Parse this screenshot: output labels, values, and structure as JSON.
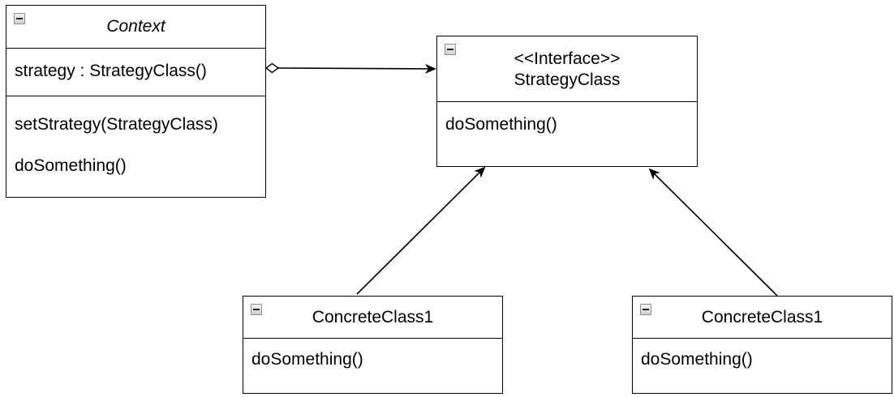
{
  "diagram": {
    "context": {
      "name": "Context",
      "attributes": [
        "strategy : StrategyClass()"
      ],
      "operations": [
        "setStrategy(StrategyClass)",
        "doSomething()"
      ]
    },
    "strategy_interface": {
      "stereotype": "<<Interface>>",
      "name": "StrategyClass",
      "operations": [
        "doSomething()"
      ]
    },
    "concrete_left": {
      "name": "ConcreteClass1",
      "operations": [
        "doSomething()"
      ]
    },
    "concrete_right": {
      "name": "ConcreteClass1",
      "operations": [
        "doSomething()"
      ]
    },
    "relationships": [
      {
        "type": "aggregation",
        "from": "Context",
        "to": "StrategyClass"
      },
      {
        "type": "realization",
        "from": "ConcreteClass1",
        "to": "StrategyClass"
      },
      {
        "type": "realization",
        "from": "ConcreteClass1",
        "to": "StrategyClass"
      }
    ]
  }
}
